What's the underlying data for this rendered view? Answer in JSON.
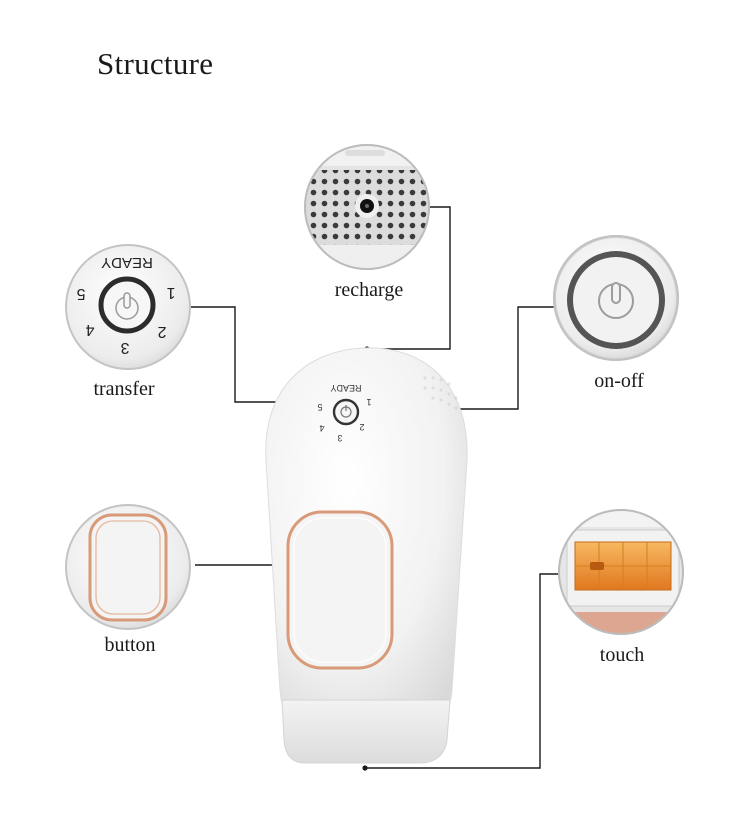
{
  "title": "Structure",
  "callouts": {
    "recharge": "recharge",
    "transfer": "transfer",
    "on_off": "on-off",
    "button": "button",
    "touch": "touch"
  },
  "dial": {
    "ready": "READY",
    "levels": [
      "1",
      "2",
      "3",
      "4",
      "5"
    ]
  },
  "colors": {
    "accent": "#d89a78",
    "window": "#f0a040",
    "line": "#1a1a1a"
  }
}
